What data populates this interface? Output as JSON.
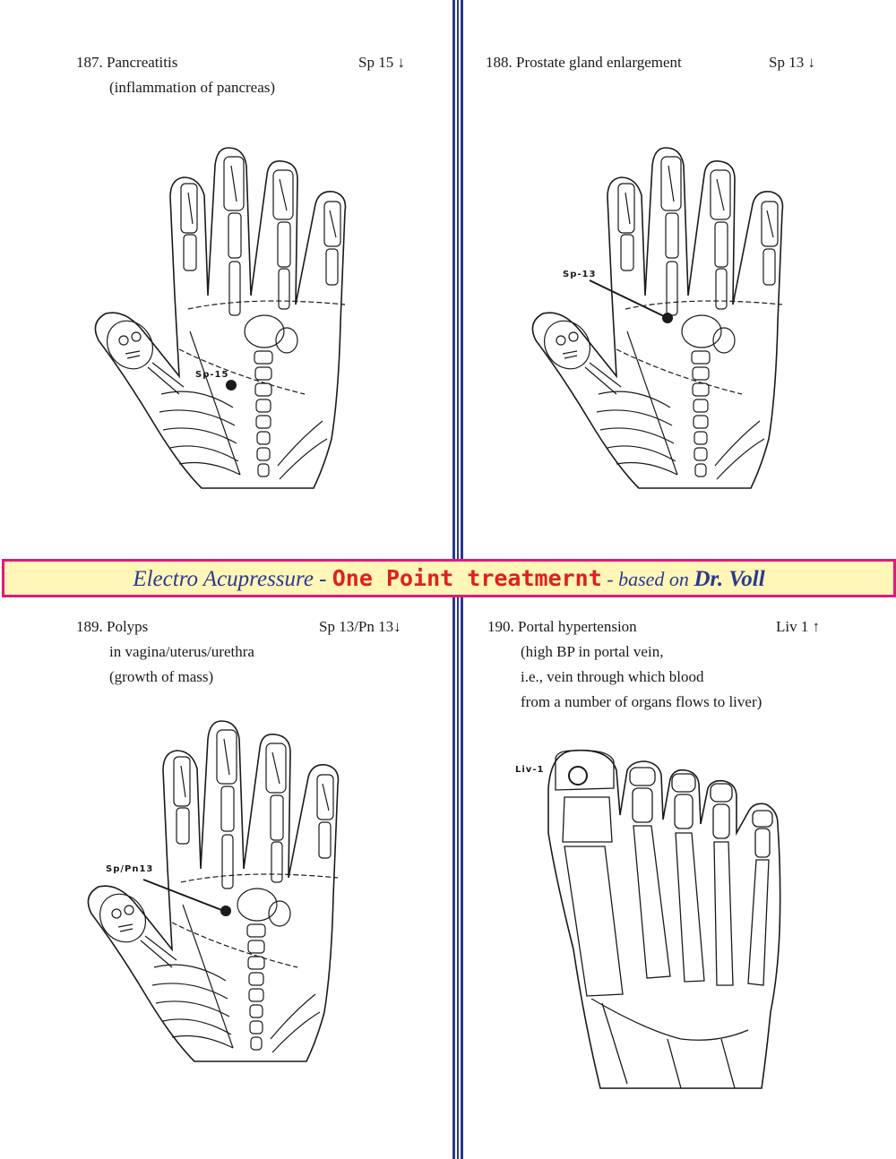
{
  "banner": {
    "part1": "Electro Acupressure - ",
    "part2": "One Point treatmernt",
    "part3": " - based on ",
    "part4": "Dr. Voll"
  },
  "sections": [
    {
      "title": "187. Pancreatitis",
      "point": "Sp 15 ↓",
      "lines": [
        "(inflammation of pancreas)"
      ],
      "figure_label": "Sp-15"
    },
    {
      "title": "188. Prostate gland enlargement",
      "point": "Sp 13 ↓",
      "lines": [],
      "figure_label": "Sp-13"
    },
    {
      "title": "189. Polyps",
      "point": "Sp 13/Pn 13↓",
      "lines": [
        "in vagina/uterus/urethra",
        "(growth of mass)"
      ],
      "figure_label": "Sp/Pn13"
    },
    {
      "title": "190. Portal hypertension",
      "point": "Liv 1 ↑",
      "lines": [
        "(high BP in portal vein,",
        "i.e., vein through which blood",
        "from a number of organs flows to liver)"
      ],
      "figure_label": "Liv-1"
    }
  ],
  "colors": {
    "divider": "#2b3990",
    "banner_bg": "#fff6b8",
    "banner_border": "#e0197d",
    "banner_red": "#e0201b",
    "banner_blue": "#2b3990"
  }
}
